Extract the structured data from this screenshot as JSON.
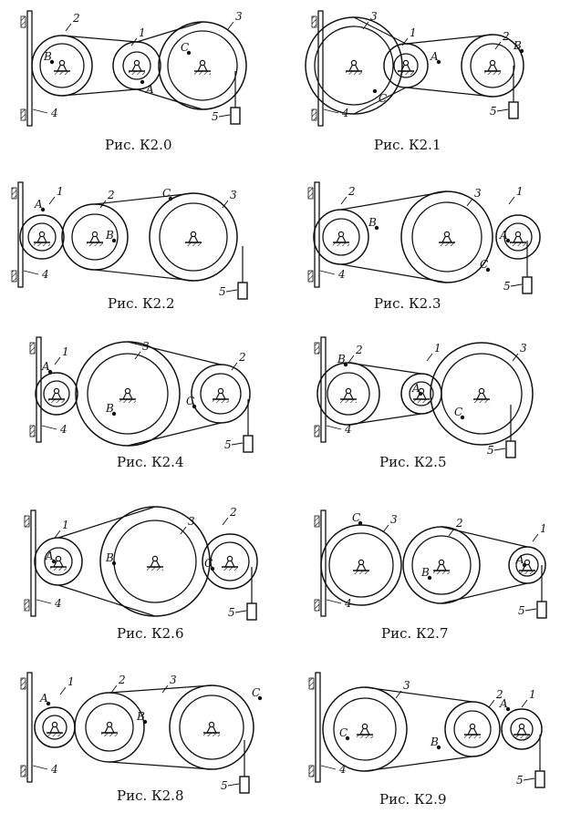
{
  "figures": [
    {
      "caption": "Рис. К2.0",
      "wheels": [
        {
          "number": "2",
          "inner_point": "B"
        },
        {
          "number": "1",
          "inner_point": ""
        },
        {
          "number": "3",
          "inner_point": "C"
        }
      ],
      "points": [
        "A"
      ],
      "rack": "4",
      "weight": "5"
    },
    {
      "caption": "Рис. К2.1",
      "wheels": [
        {
          "number": "3",
          "inner_point": ""
        },
        {
          "number": "1",
          "inner_point": "A"
        },
        {
          "number": "2",
          "inner_point": "B"
        }
      ],
      "points": [
        "C"
      ],
      "rack": "4",
      "weight": "5"
    },
    {
      "caption": "Рис. К2.2",
      "wheels": [
        {
          "number": "1",
          "inner_point": "A"
        },
        {
          "number": "2",
          "inner_point": "B"
        },
        {
          "number": "3",
          "inner_point": "C"
        }
      ],
      "points": [],
      "rack": "4",
      "weight": "5"
    },
    {
      "caption": "Рис. К2.3",
      "wheels": [
        {
          "number": "2",
          "inner_point": "B"
        },
        {
          "number": "3",
          "inner_point": "C"
        },
        {
          "number": "1",
          "inner_point": "A"
        }
      ],
      "points": [],
      "rack": "4",
      "weight": "5"
    },
    {
      "caption": "Рис. К2.4",
      "wheels": [
        {
          "number": "1",
          "inner_point": "A"
        },
        {
          "number": "3",
          "inner_point": "B"
        },
        {
          "number": "2",
          "inner_point": "C"
        }
      ],
      "points": [],
      "rack": "4",
      "weight": "5"
    },
    {
      "caption": "Рис. К2.5",
      "wheels": [
        {
          "number": "2",
          "inner_point": "B"
        },
        {
          "number": "1",
          "inner_point": "A"
        },
        {
          "number": "3",
          "inner_point": "C"
        }
      ],
      "points": [],
      "rack": "4",
      "weight": "5"
    },
    {
      "caption": "Рис. К2.6",
      "wheels": [
        {
          "number": "1",
          "inner_point": "A"
        },
        {
          "number": "3",
          "inner_point": "B"
        },
        {
          "number": "2",
          "inner_point": "C"
        }
      ],
      "points": [],
      "rack": "4",
      "weight": "5"
    },
    {
      "caption": "Рис. К2.7",
      "wheels": [
        {
          "number": "3",
          "inner_point": "C"
        },
        {
          "number": "2",
          "inner_point": "B"
        },
        {
          "number": "1",
          "inner_point": "A"
        }
      ],
      "points": [],
      "rack": "4",
      "weight": "5"
    },
    {
      "caption": "Рис. К2.8",
      "wheels": [
        {
          "number": "1",
          "inner_point": "A"
        },
        {
          "number": "2",
          "inner_point": "B"
        },
        {
          "number": "3",
          "inner_point": "C"
        }
      ],
      "points": [],
      "rack": "4",
      "weight": "5"
    },
    {
      "caption": "Рис. К2.9",
      "wheels": [
        {
          "number": "3",
          "inner_point": "C"
        },
        {
          "number": "2",
          "inner_point": "B"
        },
        {
          "number": "1",
          "inner_point": "A"
        }
      ],
      "points": [],
      "rack": "4",
      "weight": "5"
    }
  ]
}
